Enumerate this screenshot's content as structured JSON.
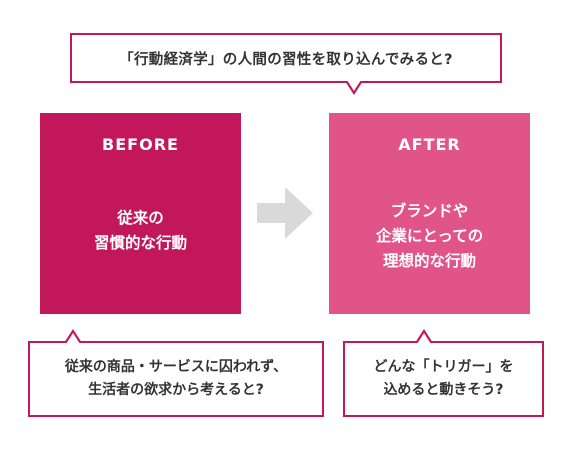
{
  "top_bubble": {
    "text": "「行動経済学」の人間の習性を取り込んでみると?"
  },
  "before": {
    "label": "BEFORE",
    "lines": [
      "従来の",
      "習慣的な行動"
    ],
    "color": "#c2185b"
  },
  "after": {
    "label": "AFTER",
    "lines": [
      "ブランドや",
      "企業にとっての",
      "理想的な行動"
    ],
    "color": "#e05487"
  },
  "before_bubble": {
    "lines": [
      "従来の商品・サービスに囚われず、",
      "生活者の欲求から考えると?"
    ]
  },
  "after_bubble": {
    "lines": [
      "どんな「トリガー」を",
      "込めると動きそう?"
    ]
  },
  "arrow": {
    "icon": "right-arrow-icon",
    "color": "#d9d9d9"
  },
  "border_color": "#c2185b"
}
